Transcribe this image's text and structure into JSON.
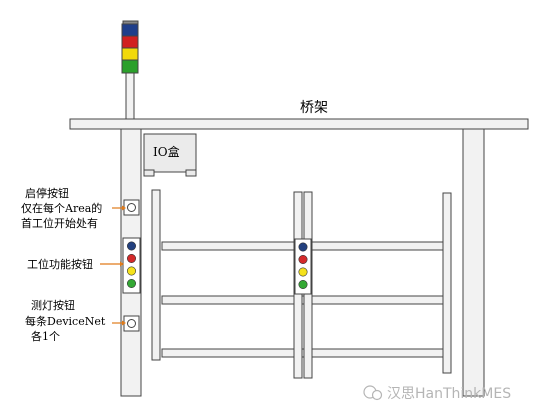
{
  "bridge_label": "桥架",
  "io_box_label": "IO盒",
  "annotations": {
    "start_stop": [
      "启停按钮",
      "仅在每个Area的",
      "首工位开始处有"
    ],
    "station_buttons": [
      "工位功能按钮"
    ],
    "lamp_test": [
      "测灯按钮",
      "每条DeviceNet",
      "各1个"
    ]
  },
  "watermark": "汉思HanThinkMES",
  "colors": {
    "stroke": "#444444",
    "beam_fill": "#f2f2f2",
    "arrow": "#e07b1a",
    "tower_blue": "#1f3e8a",
    "tower_red": "#d12020",
    "tower_yellow": "#f2d90a",
    "tower_green": "#2aa02a",
    "button_blue": "#23407f",
    "button_red": "#d42a2a",
    "button_yellow": "#f5e21c",
    "button_green": "#34a834"
  },
  "signal_tower": [
    "blue",
    "red",
    "yellow",
    "green"
  ],
  "station_button_colors": [
    "blue",
    "red",
    "yellow",
    "green"
  ]
}
